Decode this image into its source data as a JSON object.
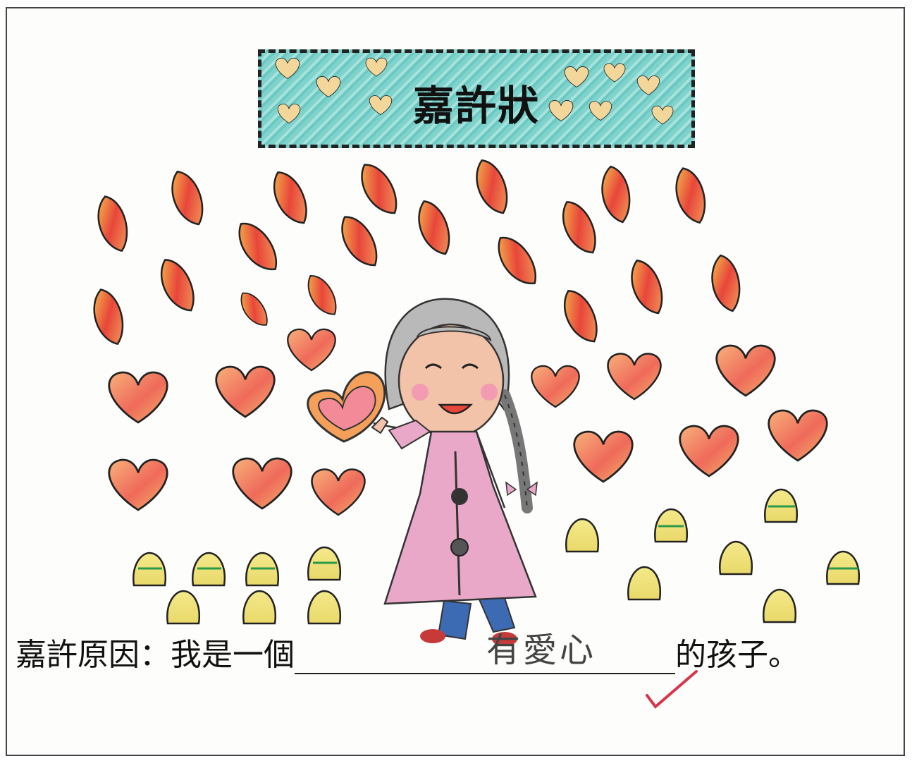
{
  "certificate": {
    "title": "嘉許狀",
    "reason_prefix": "嘉許原因：我是一個",
    "handwritten_answer": "有愛心",
    "reason_suffix": "的孩子。"
  },
  "colors": {
    "title_band": "#7fd3cc",
    "heart_orange": "#f3a25c",
    "heart_red": "#e8463a",
    "heart_yellow": "#f6c64e",
    "dress_pink": "#e9a8c8",
    "hair_gray": "#9c9c9c",
    "check_red": "#d8344a"
  }
}
